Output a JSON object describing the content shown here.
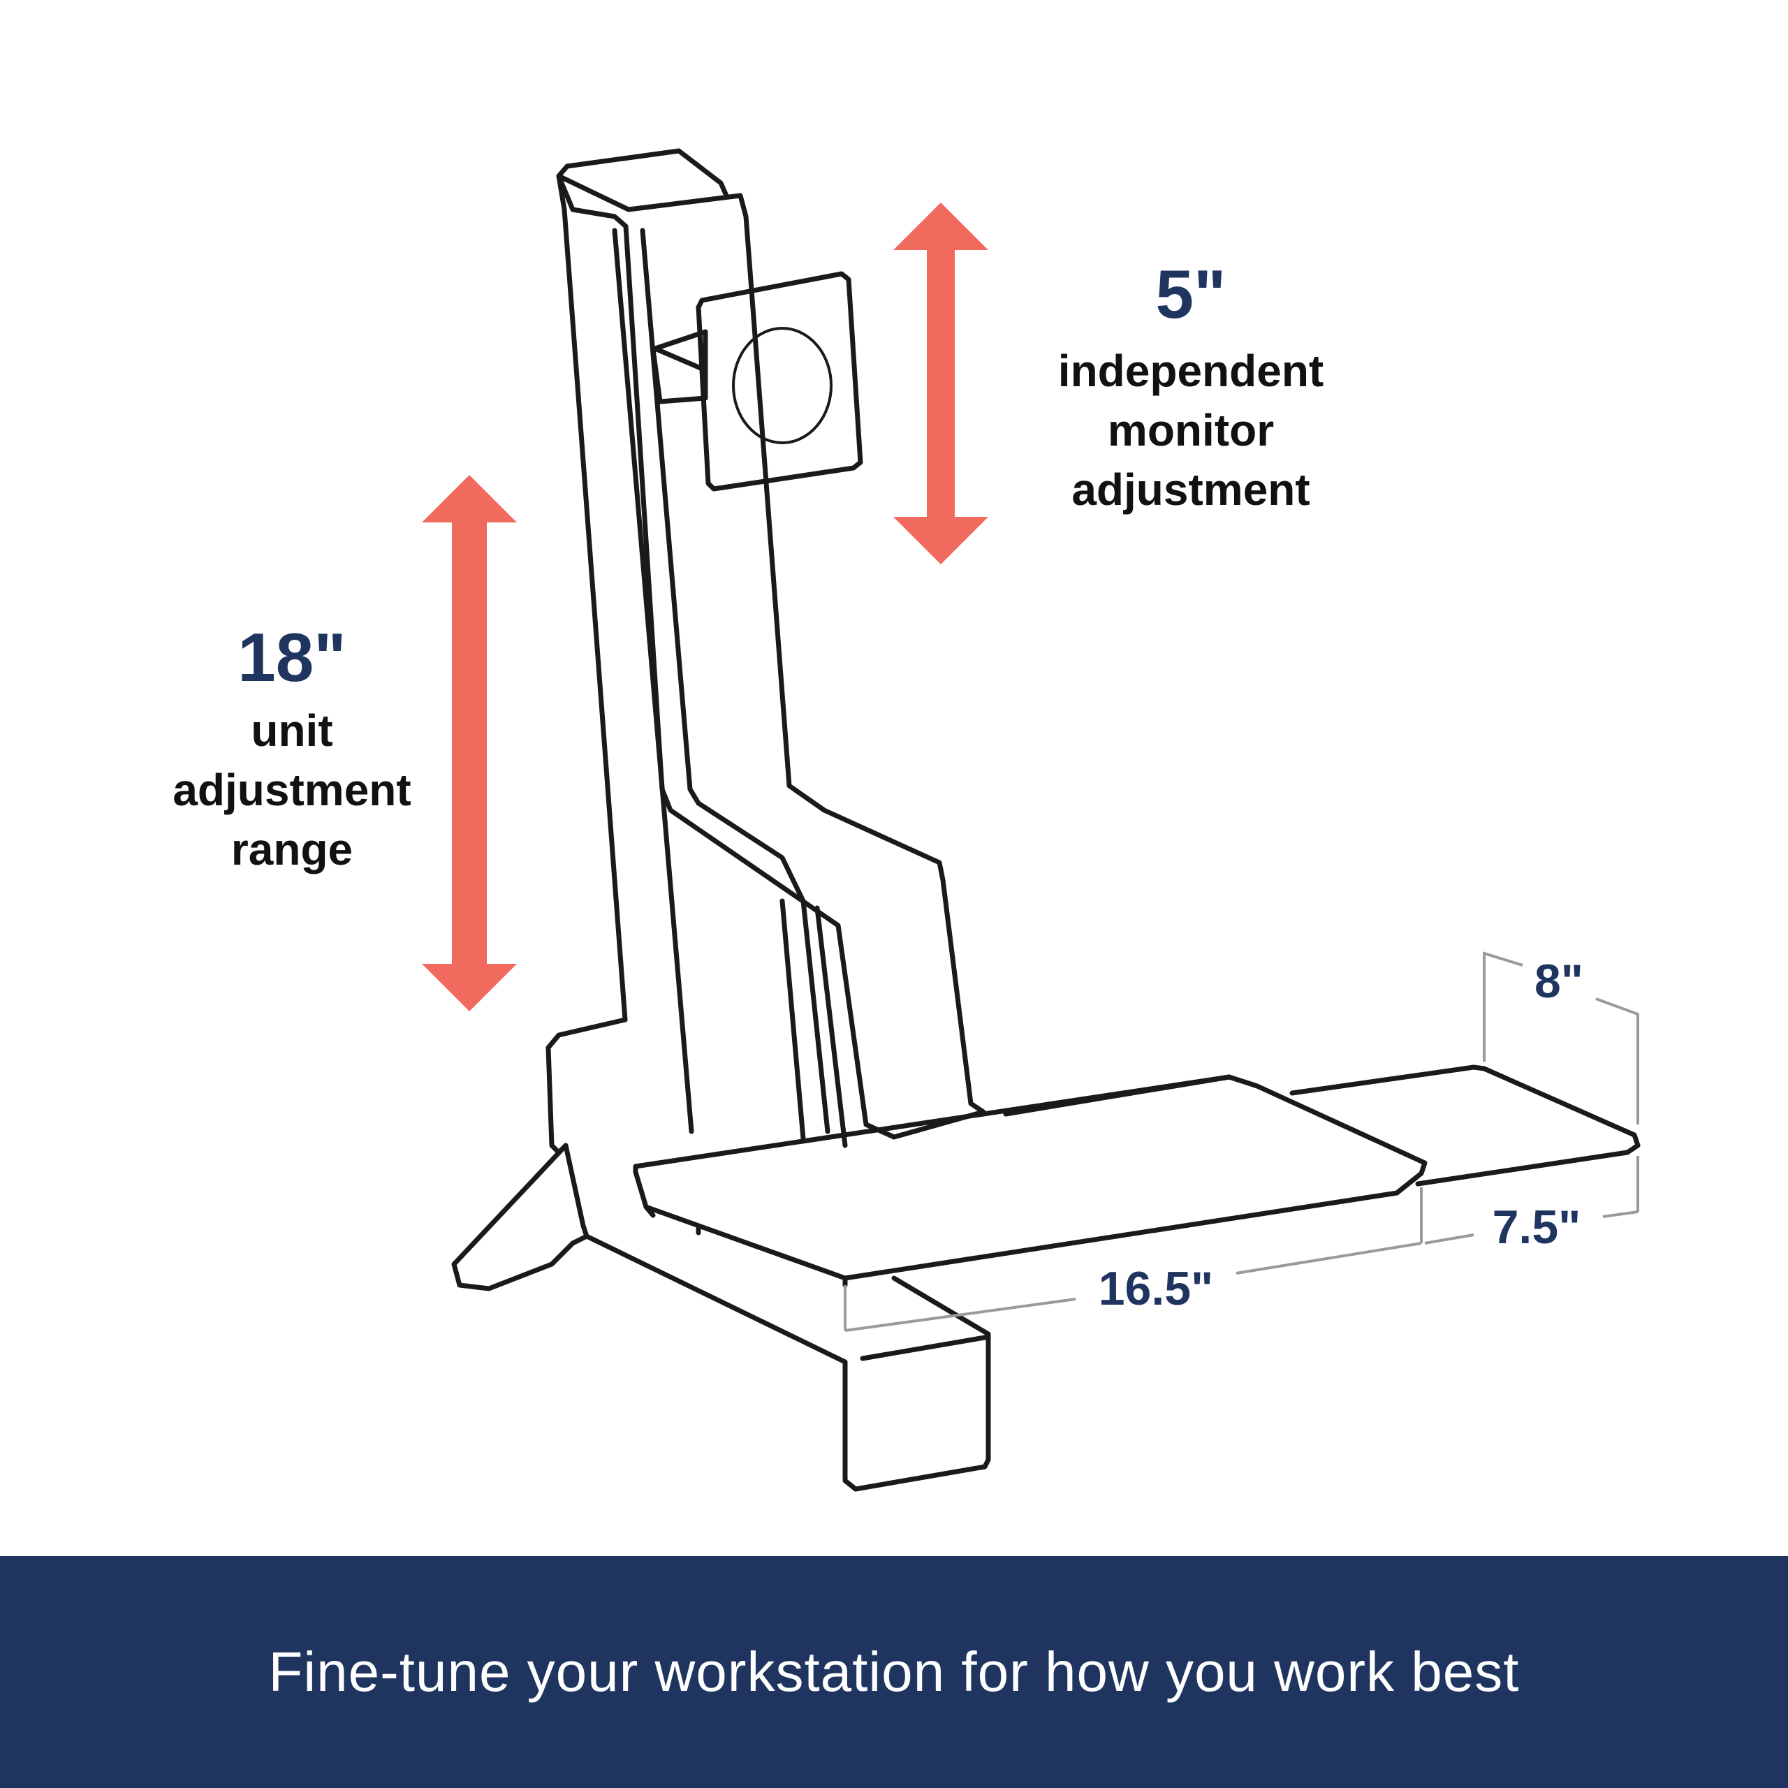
{
  "colors": {
    "background": "#ffffff",
    "outline": "#1a1a1a",
    "arrow": "#f06b5d",
    "navy": "#1f3560",
    "dimension_line": "#9a9a9a",
    "footer_text": "#ffffff"
  },
  "callouts": {
    "monitor": {
      "value": "5\"",
      "lines": [
        "independent",
        "monitor",
        "adjustment"
      ]
    },
    "unit": {
      "value": "18\"",
      "lines": [
        "unit",
        "adjustment",
        "range"
      ]
    }
  },
  "dimensions": {
    "keyboard_width": "16.5\"",
    "mouse_width": "7.5\"",
    "mouse_depth": "8\""
  },
  "footer": {
    "text": "Fine-tune your workstation for how you work best"
  }
}
